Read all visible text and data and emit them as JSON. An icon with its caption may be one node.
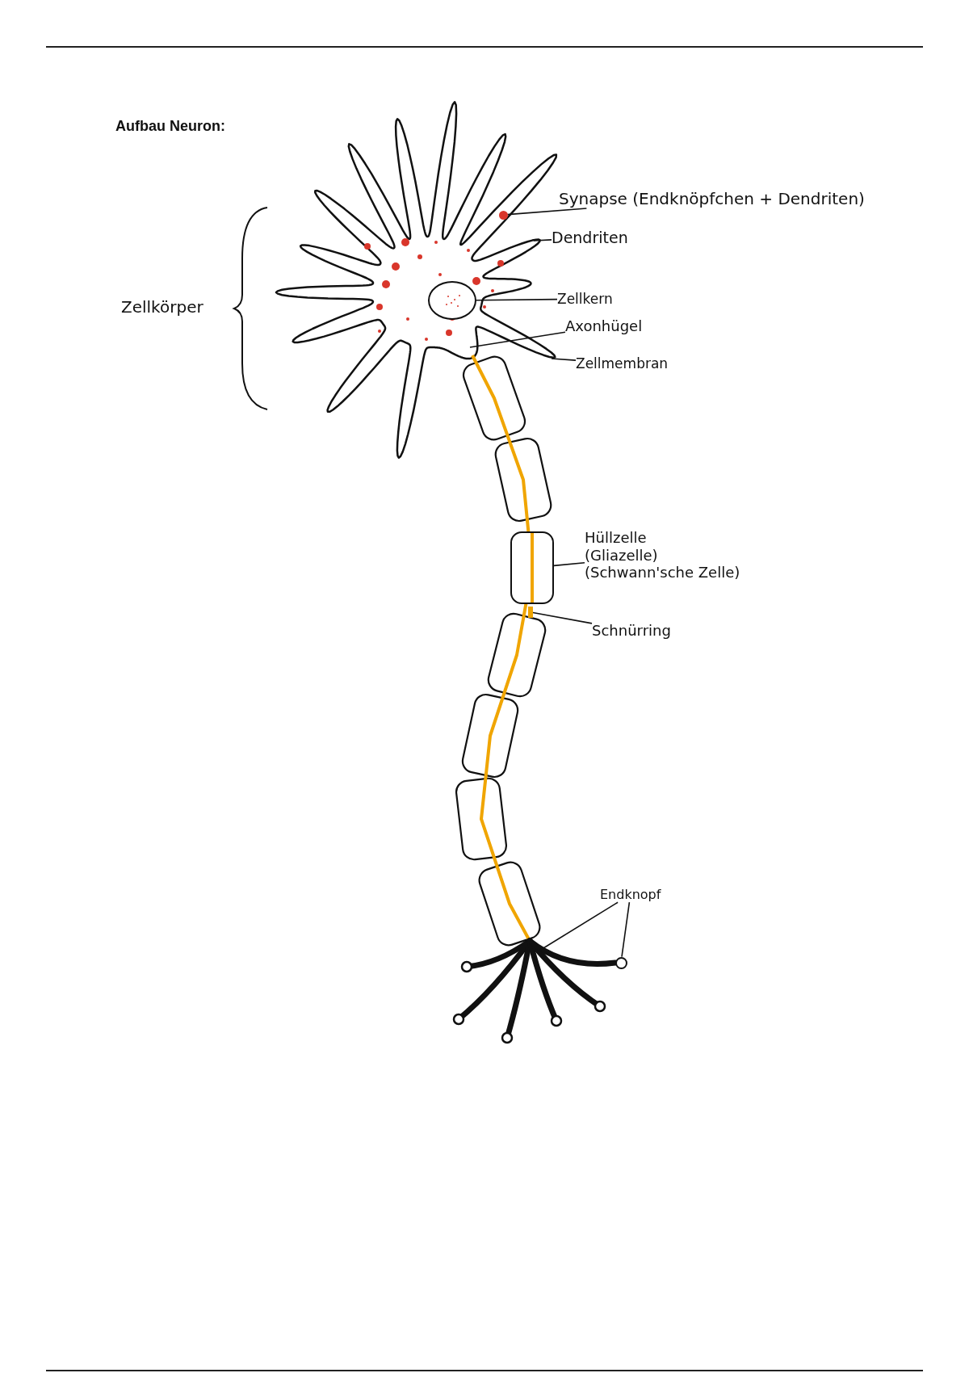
{
  "diagram": {
    "title": "Aufbau Neuron:",
    "nodes": [
      {
        "text": [
          "Synapse (Endknöpfchen + Dendriten)"
        ]
      },
      {
        "text": [
          "Dendriten"
        ]
      },
      {
        "text": [
          "Zellkern"
        ]
      },
      {
        "text": [
          "Axonhügel"
        ]
      },
      {
        "text": [
          "Zellmembran"
        ]
      },
      {
        "text": [
          "Hüllzelle",
          "(Gliazelle)",
          "(Schwann'sche Zelle)"
        ]
      },
      {
        "text": [
          "Schnürring"
        ]
      },
      {
        "text": [
          "Endknopf"
        ]
      },
      {
        "text": [],
        "shape": "circle"
      },
      {
        "text": [],
        "shape": "box"
      },
      {
        "text": [],
        "shape": "circle"
      },
      {
        "text": [],
        "shape": "circle"
      },
      {
        "text": [],
        "shape": "bar"
      }
    ],
    "edges": [
      {
        "from": 0,
        "to": 11,
        "arrow": "none"
      },
      {
        "from": 1,
        "to": null,
        "arrow": "none"
      },
      {
        "from": 2,
        "to": 8,
        "arrow": "none"
      },
      {
        "from": 3,
        "to": null,
        "arrow": "none"
      },
      {
        "from": 4,
        "to": null,
        "arrow": "none"
      },
      {
        "from": 5,
        "to": 9,
        "arrow": "none"
      },
      {
        "from": 6,
        "to": 12,
        "arrow": "none"
      },
      {
        "from": 7,
        "to": null,
        "arrow": "none"
      },
      {
        "from": 7,
        "to": 10,
        "arrow": "none"
      }
    ],
    "labels": [
      "Zellkörper"
    ]
  }
}
